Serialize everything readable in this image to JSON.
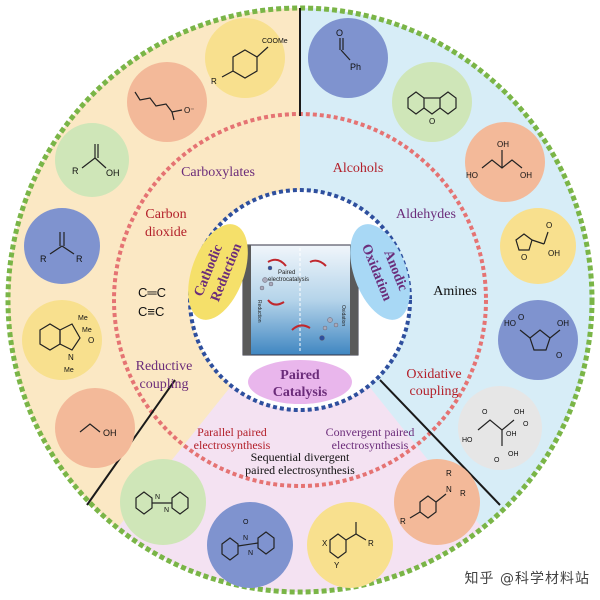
{
  "colors": {
    "left_bg": "#fbe8c4",
    "right_bg": "#d7edf7",
    "bottom_bg": "#f4e2f2",
    "outer_ring": "#7ab547",
    "middle_ring": "#e57373",
    "inner_ring": "#2e4f9e",
    "divider": "#1a1a1a",
    "cathodic_ellipse": "#f5e06a",
    "anodic_ellipse": "#a8d8f5",
    "paired_ellipse": "#e9b6ec",
    "label_purple": "#6b2c7a",
    "label_red": "#b3202a",
    "circle_orange": "#f3b999",
    "circle_yellow": "#f8e08e",
    "circle_blue": "#7f93cf",
    "circle_green": "#cfe6b8",
    "circle_red": "#f39b8e",
    "circle_gray": "#e6e6e6"
  },
  "left_labels": {
    "carboxylates": "Carboxylates",
    "carbon_dioxide_1": "Carbon",
    "carbon_dioxide_2": "dioxide",
    "reductive_1": "Reductive",
    "reductive_2": "coupling",
    "alkene": "C═C",
    "alkyne": "C≡C"
  },
  "right_labels": {
    "alcohols": "Alcohols",
    "aldehydes": "Aldehydes",
    "amines": "Amines",
    "oxidative_1": "Oxidative",
    "oxidative_2": "coupling"
  },
  "bottom_labels": {
    "parallel_1": "Parallel paired",
    "parallel_2": "electrosynthesis",
    "convergent_1": "Convergent paired",
    "convergent_2": "electrosynthesis",
    "sequential_1": "Sequential divergent",
    "sequential_2": "paired electrosynthesis"
  },
  "center": {
    "cathodic_1": "Cathodic",
    "cathodic_2": "Reduction",
    "anodic_1": "Anodic",
    "anodic_2": "Oxidation",
    "paired_1": "Paired",
    "paired_2": "Catalysis",
    "cell_label_1": "Paired",
    "cell_label_2": "electrocatalysis",
    "left_electrode": "Reduction",
    "right_electrode": "Oxidation"
  },
  "molecules": {
    "ester_r": "R",
    "ester_group": "COOMe",
    "pentenoate": "O⁻",
    "acid_r": "R",
    "acid_oh": "OH",
    "ketone_r1": "R",
    "ketone_r2": "R",
    "indolinone_me1": "Me",
    "indolinone_me2": "Me",
    "indolinone_o": "O",
    "indolinone_n": "N",
    "indolinone_me3": "Me",
    "ethanol_oh": "OH",
    "benzaldehyde_o": "O",
    "benzaldehyde_ph": "Ph",
    "dibenzofuran_o": "O",
    "glycerol_oh1": "OH",
    "glycerol_oh2": "HO",
    "glycerol_oh3": "OH",
    "furoic_o": "O",
    "furoic_oh": "OH",
    "furoic_o2": "O",
    "cpd_ho": "HO",
    "cpd_oh": "OH",
    "cpd_o1": "O",
    "cpd_o2": "O",
    "citric_oh1": "OH",
    "citric_oh2": "OH",
    "citric_oh3": "OH",
    "citric_ho": "HO",
    "citric_o1": "O",
    "citric_o2": "O",
    "citric_o3": "O",
    "amine_r1": "R",
    "amine_n": "N",
    "amine_r2": "R",
    "amine_r3": "R",
    "azo_n1": "N",
    "azo_n2": "N",
    "azoxy_o": "O",
    "azoxy_n": "N",
    "azoxy_n2": "N",
    "pyridine_x": "X",
    "pyridine_y": "Y",
    "pyridine_r": "R"
  },
  "watermark": "知乎 @科学材料站"
}
